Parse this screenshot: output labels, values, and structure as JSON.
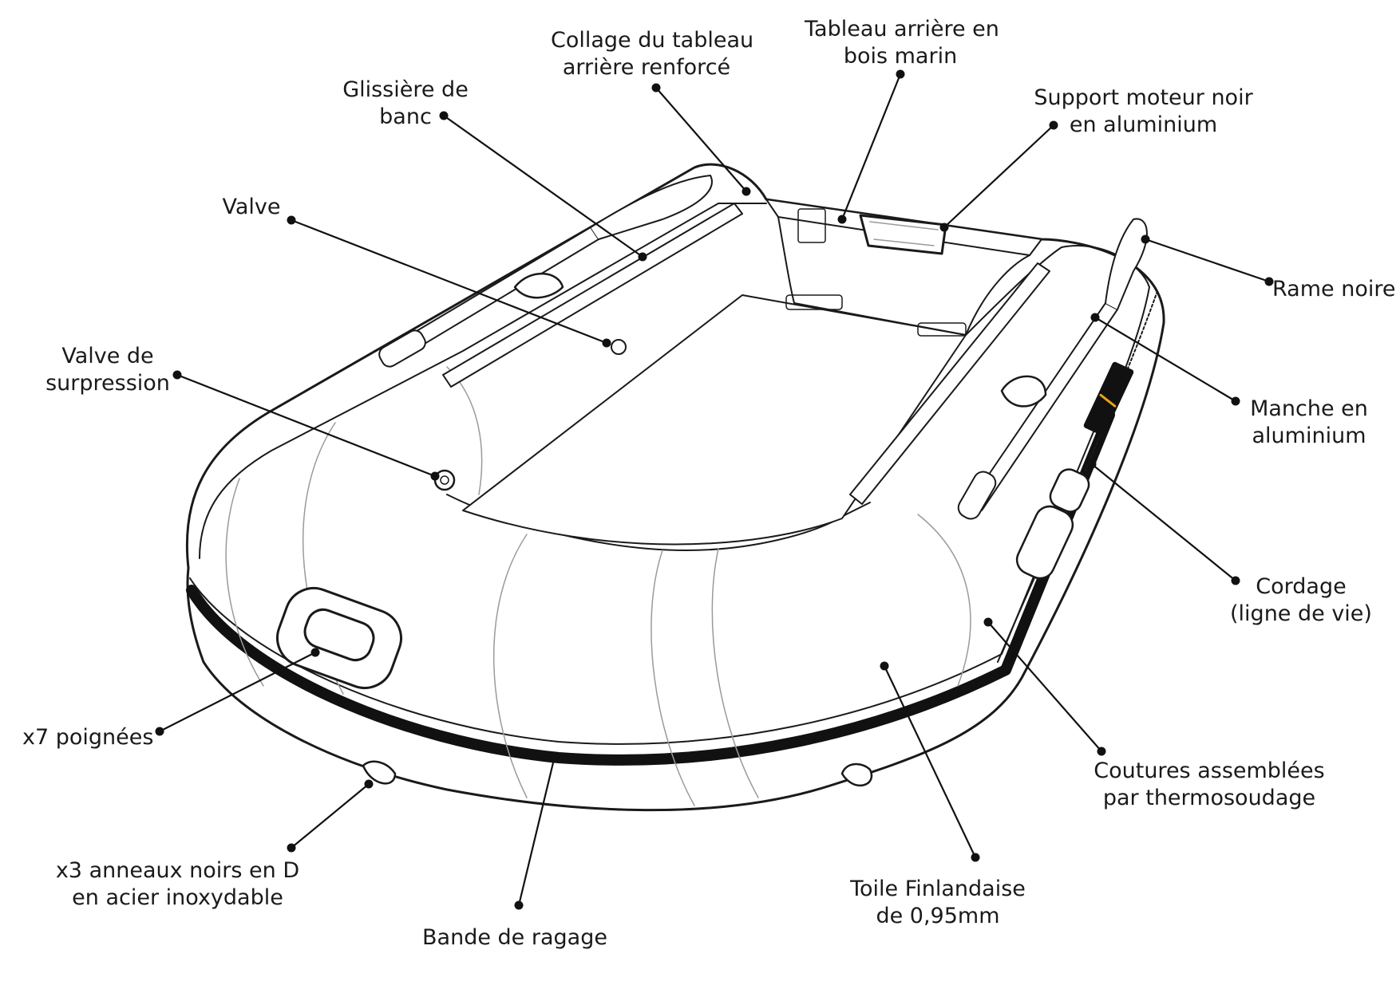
{
  "diagram": {
    "labels": {
      "collage": [
        "Collage du tableau",
        "arrière renforcé"
      ],
      "tableau": [
        "Tableau arrière en",
        "bois marin"
      ],
      "glissiere": [
        "Glissière de",
        "banc"
      ],
      "support": [
        "Support moteur noir",
        "en aluminium"
      ],
      "valve": [
        "Valve"
      ],
      "rame": [
        "Rame noire"
      ],
      "surpression": [
        "Valve de",
        "surpression"
      ],
      "manche": [
        "Manche en",
        "aluminium"
      ],
      "cordage": [
        "Cordage",
        "(ligne de vie)"
      ],
      "poignees": [
        "x7 poignées"
      ],
      "coutures": [
        "Coutures assemblées",
        "par thermosoudage"
      ],
      "anneaux": [
        "x3 anneaux noirs en D",
        "en acier inoxydable"
      ],
      "toile": [
        "Toile Finlandaise",
        "de 0,95mm"
      ],
      "ragage": [
        "Bande de ragage"
      ]
    },
    "colors": {
      "ink": "#1a1a1a",
      "line": "#111111",
      "light": "#9a9a9a",
      "accent": "#e8a317"
    }
  }
}
